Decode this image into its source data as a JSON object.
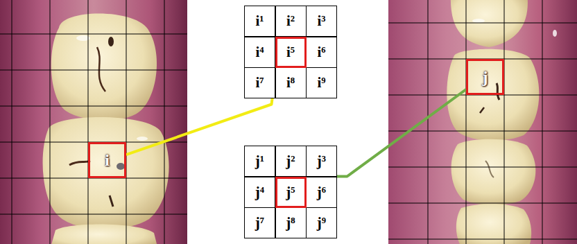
{
  "diagram": {
    "nodes": [
      {
        "text": [
          "i"
        ]
      },
      {
        "text": [
          "i¹"
        ]
      },
      {
        "text": [
          "i²"
        ]
      },
      {
        "text": [
          "i³"
        ]
      },
      {
        "text": [
          "i⁴"
        ]
      },
      {
        "text": [
          "i⁵"
        ]
      },
      {
        "text": [
          "i⁶"
        ]
      },
      {
        "text": [
          "i⁷"
        ]
      },
      {
        "text": [
          "i⁸"
        ]
      },
      {
        "text": [
          "i⁹"
        ]
      },
      {
        "text": [
          "j¹"
        ]
      },
      {
        "text": [
          "j²"
        ]
      },
      {
        "text": [
          "j³"
        ]
      },
      {
        "text": [
          "j⁴"
        ]
      },
      {
        "text": [
          "j⁵"
        ]
      },
      {
        "text": [
          "j⁶"
        ]
      },
      {
        "text": [
          "j⁷"
        ]
      },
      {
        "text": [
          "j⁸"
        ]
      },
      {
        "text": [
          "j⁹"
        ]
      },
      {
        "text": [
          "j"
        ]
      }
    ],
    "edges": [
      {
        "from": 0,
        "to": 5,
        "arrow": "to"
      },
      {
        "from": 19,
        "to": 14,
        "arrow": "to"
      }
    ]
  }
}
